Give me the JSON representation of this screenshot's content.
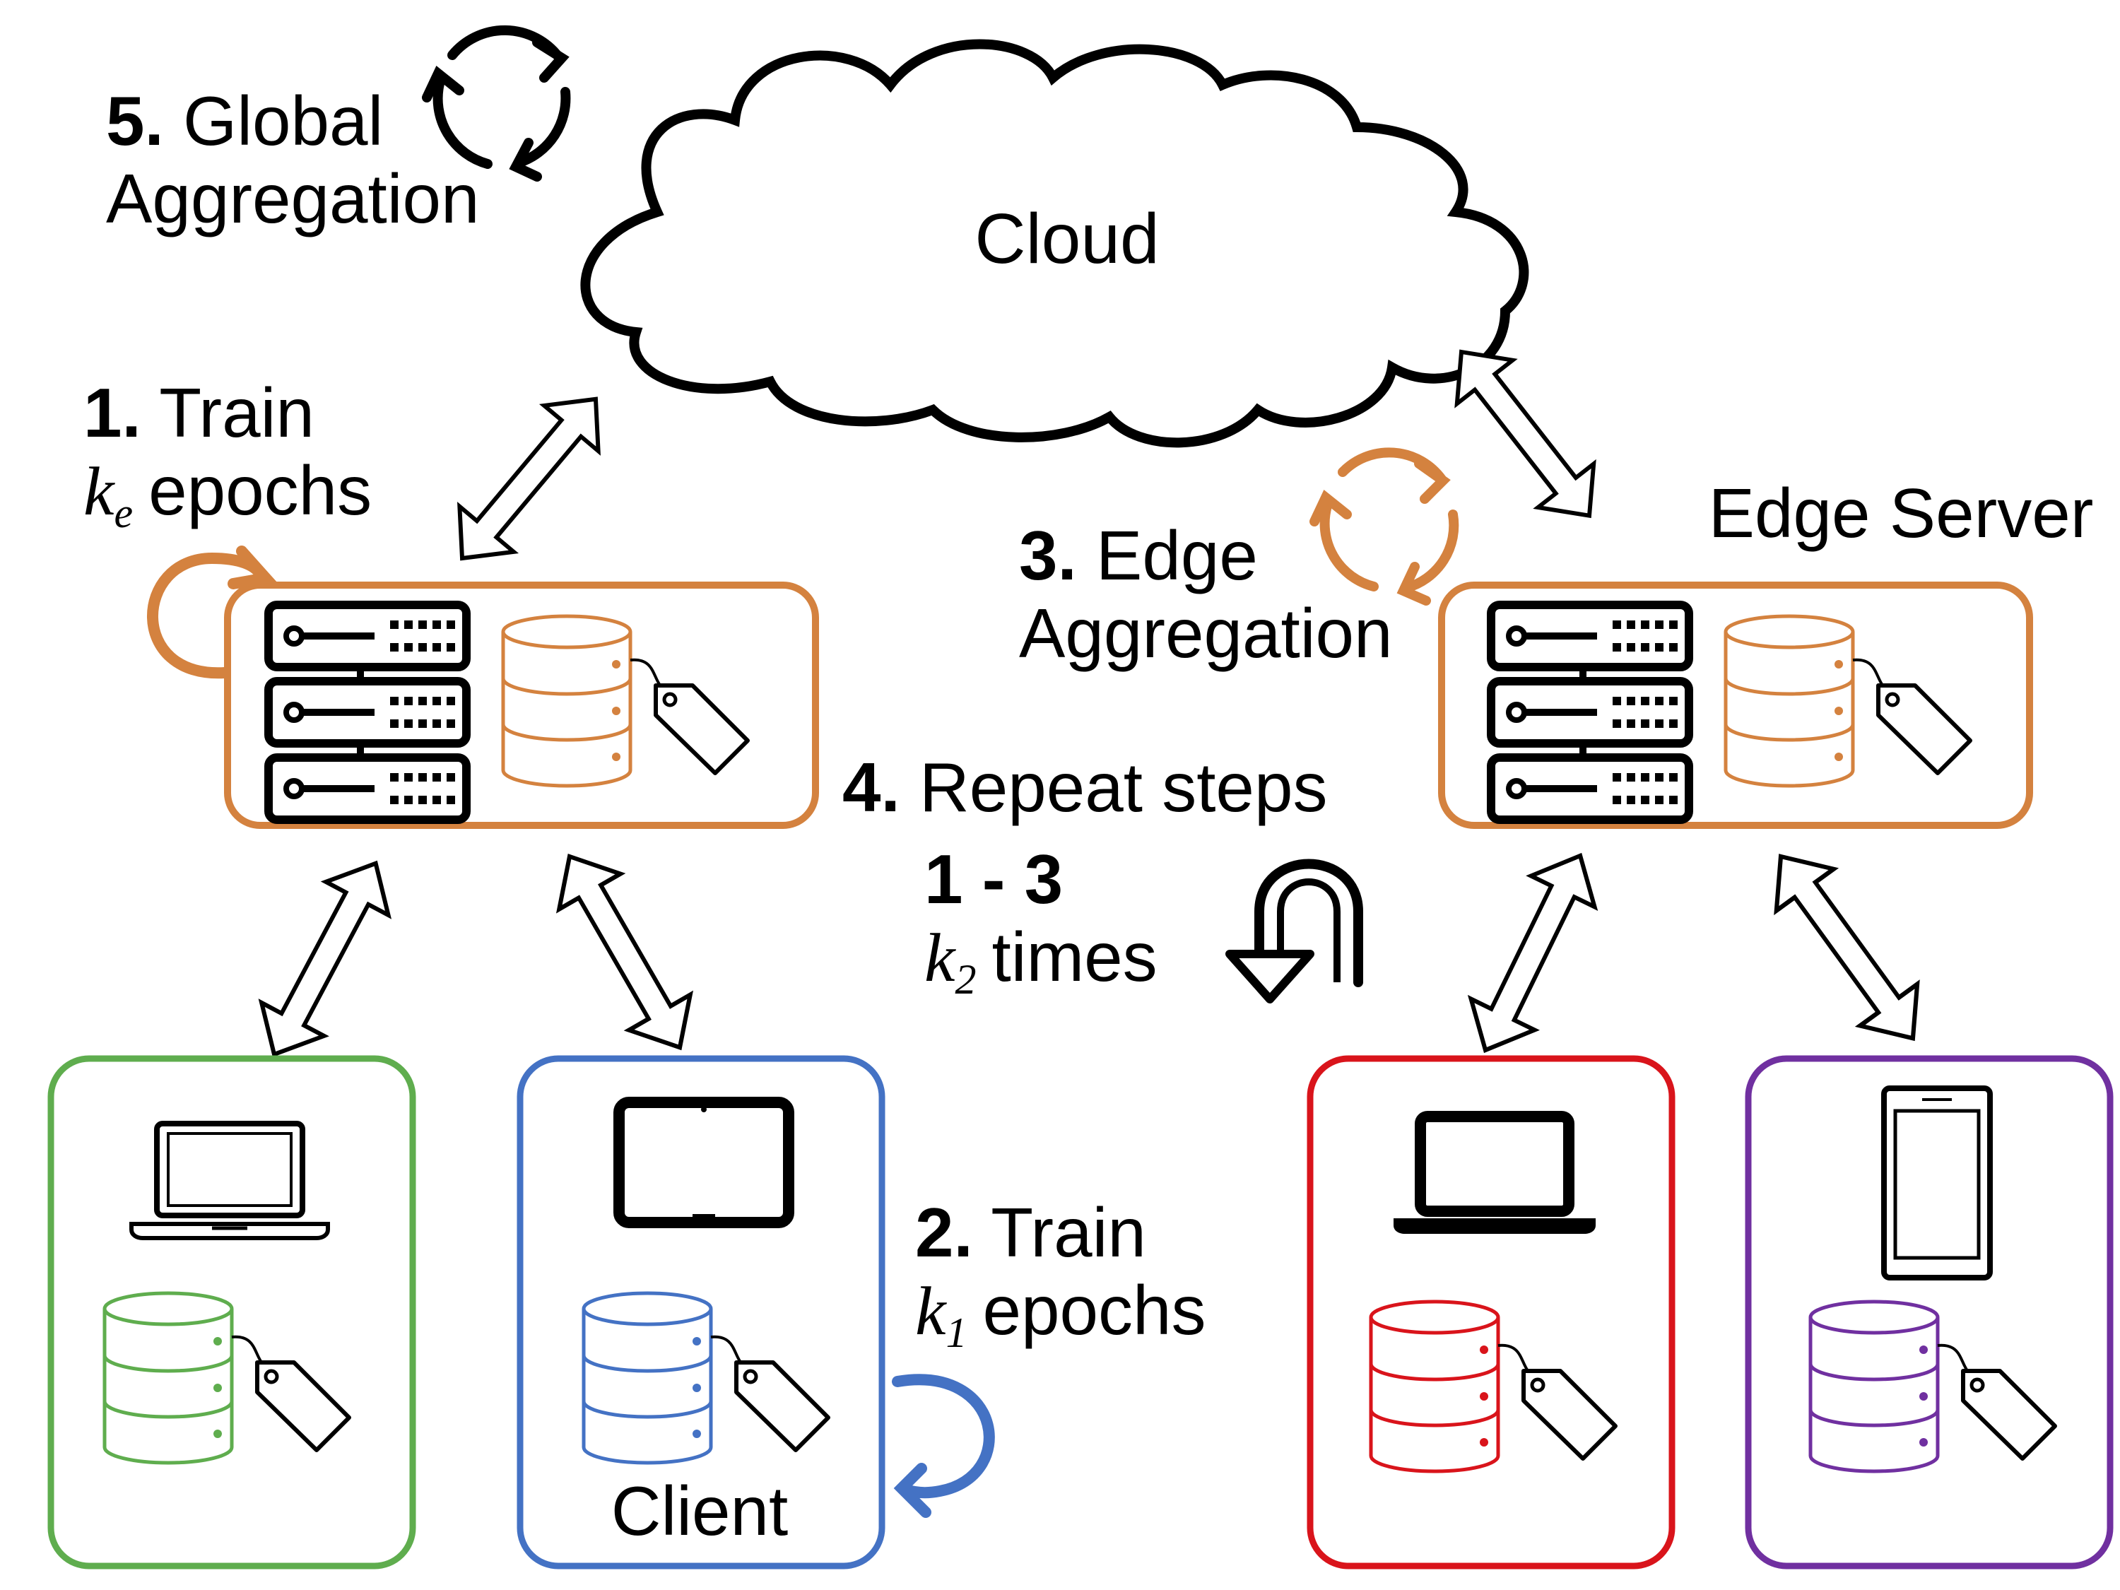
{
  "nodes": {
    "cloud": "Cloud",
    "edge_server": "Edge Server",
    "client": "Client"
  },
  "steps": {
    "s1_num": "1.",
    "s1_text": "Train",
    "s1_k": "k",
    "s1_sub": "e",
    "s1_tail": "epochs",
    "s2_num": "2.",
    "s2_text": "Train",
    "s2_k": "k",
    "s2_sub": "1",
    "s2_tail": "epochs",
    "s3_num": "3.",
    "s3_text": "Edge",
    "s3_line2": "Aggregation",
    "s4_num": "4.",
    "s4_text": "Repeat steps",
    "s4_line2": "1 - 3",
    "s4_k": "k",
    "s4_sub": "2",
    "s4_tail": "times",
    "s5_num": "5.",
    "s5_text": "Global",
    "s5_line2": "Aggregation"
  },
  "colors": {
    "edge": "#d4823f",
    "client_green": "#5fad4e",
    "client_blue": "#4472c4",
    "client_red": "#d9141b",
    "client_purple": "#7030a0",
    "ink": "#000000"
  },
  "icons": {
    "server": "server-rack-icon",
    "database": "database-icon",
    "tag": "label-tag-icon",
    "laptop": "laptop-icon",
    "tablet": "tablet-icon",
    "phone": "phone-icon",
    "cycle": "cycle-arrows-icon",
    "loop": "loop-arrow-icon",
    "uturn": "u-turn-arrow-icon"
  }
}
